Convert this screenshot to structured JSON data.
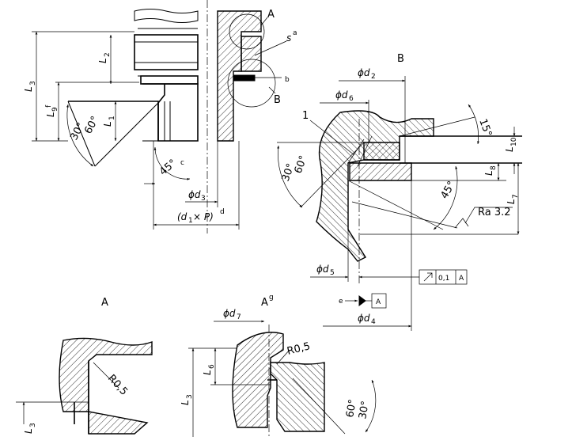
{
  "labels": {
    "view_a": "A",
    "view_b": "B",
    "view_a_detail_left": "A",
    "view_a_detail_right": "A",
    "view_a_detail_right_sup": "g",
    "s": "s",
    "s_sup": "a",
    "b_note": "b",
    "item_1": "1",
    "l1": "L",
    "l1_sub": "1",
    "l2": "L",
    "l2_sub": "2",
    "l3": "L",
    "l3_sub": "3",
    "l3b": "L",
    "l3b_sub": "3",
    "l3c": "L",
    "l3c_sub": "3",
    "l6": "L",
    "l6_sub": "6",
    "l7": "L",
    "l7_sub": "7",
    "l8": "L",
    "l8_sub": "8",
    "l9": "L",
    "l9_sub": "9",
    "l9_sup": "f",
    "l10": "L",
    "l10_sub": "10",
    "d1p": "(d",
    "d1p_sub": "1",
    "d1p_rest": " × P)",
    "d1p_sup": "d",
    "d2": "ϕd",
    "d2_sub": "2",
    "d3": "ϕd",
    "d3_sub": "3",
    "d4": "ϕd",
    "d4_sub": "4",
    "d5": "ϕd",
    "d5_sub": "5",
    "d6": "ϕd",
    "d6_sub": "6",
    "d7": "ϕd",
    "d7_sub": "7",
    "angle_30a": "30°",
    "angle_60a": "60°",
    "angle_45c": "45°",
    "angle_45c_sup": "c",
    "angle_30b": "30°",
    "angle_60b": "60°",
    "angle_15": "15°",
    "angle_45b": "45°",
    "angle_60c": "60°",
    "angle_30c": "30°",
    "ra": "Ra 3.2",
    "r05a": "R0,5",
    "r05b": "R0,5",
    "tol_value": "0,1",
    "tol_datum": "A",
    "datum_note": "e",
    "datum_letter": "A"
  }
}
